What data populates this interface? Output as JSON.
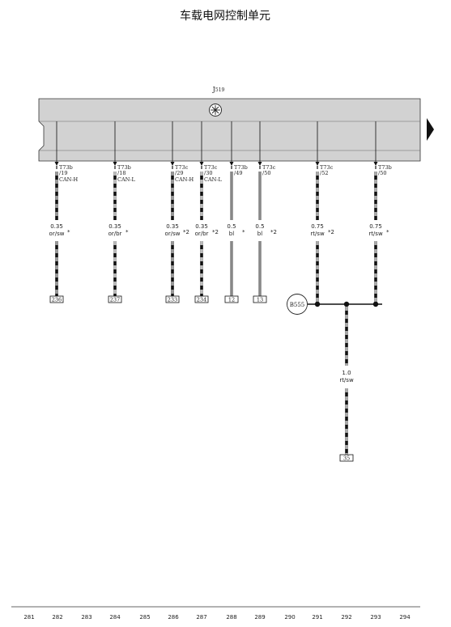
{
  "title": "车载电网控制单元",
  "component": {
    "label": "J519",
    "ground_symbol": "ground-symbol-icon"
  },
  "splice": {
    "label": "B555"
  },
  "wires": [
    {
      "pin_conn": "T73b",
      "pin_num": "/19",
      "signal": "CAN-H",
      "gauge": "0.35",
      "color": "or/sw",
      "note": "*",
      "target": "236",
      "stripe": "#999999"
    },
    {
      "pin_conn": "T73b",
      "pin_num": "/18",
      "signal": "CAN-L",
      "gauge": "0.35",
      "color": "or/br",
      "note": "*",
      "target": "237",
      "stripe": "#bbbbbb"
    },
    {
      "pin_conn": "T73c",
      "pin_num": "/29",
      "signal": "CAN-H",
      "gauge": "0.35",
      "color": "or/sw",
      "note": "*2",
      "target": "233",
      "stripe": "#999999"
    },
    {
      "pin_conn": "T73c",
      "pin_num": "/30",
      "signal": "CAN-L",
      "gauge": "0.35",
      "color": "or/br",
      "note": "*2",
      "target": "234",
      "stripe": "#bbbbbb"
    },
    {
      "pin_conn": "T73b",
      "pin_num": "/49",
      "signal": "",
      "gauge": "0.5",
      "color": "bl",
      "note": "*",
      "target": "12",
      "stripe": ""
    },
    {
      "pin_conn": "T73c",
      "pin_num": "/50",
      "signal": "",
      "gauge": "0.5",
      "color": "bl",
      "note": "*2",
      "target": "13",
      "stripe": ""
    },
    {
      "pin_conn": "T73c",
      "pin_num": "/52",
      "signal": "",
      "gauge": "0.75",
      "color": "rt/sw",
      "note": "*2",
      "target": "",
      "stripe": "#aaaaaa"
    },
    {
      "pin_conn": "T73b",
      "pin_num": "/50",
      "signal": "",
      "gauge": "0.75",
      "color": "rt/sw",
      "note": "*",
      "target": "",
      "stripe": "#aaaaaa"
    }
  ],
  "combined_wire": {
    "gauge": "1.0",
    "color": "rt/sw",
    "target": "35"
  },
  "footer": {
    "numbers": [
      "281",
      "282",
      "283",
      "284",
      "285",
      "286",
      "287",
      "288",
      "289",
      "290",
      "291",
      "292",
      "293",
      "294"
    ]
  },
  "colors": {
    "unit_fill": "#d2d2d2",
    "wire_blue_gray": "#888888",
    "wire_black": "#111111"
  }
}
